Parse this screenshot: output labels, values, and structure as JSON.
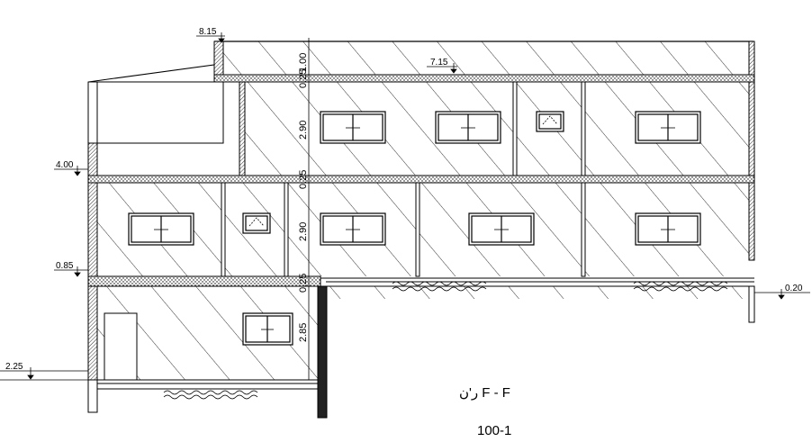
{
  "drawing": {
    "level_marks": {
      "top_parapet": "8.15",
      "roof": "7.15",
      "second_floor": "4.00",
      "first_floor": "0.85",
      "right_ground": "0.20",
      "basement": "2.25"
    },
    "dimensions": {
      "parapet_height": "1.00",
      "slab_roof": "0.25",
      "upper_story": "2.90",
      "slab_mid": "0.25",
      "middle_story": "2.90",
      "slab_low": "0.25",
      "basement_story": "2.85"
    },
    "section_title": "ﺭ'ﻥ F - F",
    "scale": "100-1",
    "colors": {
      "line": "#000000",
      "hatch": "#000000",
      "background": "#ffffff"
    }
  }
}
